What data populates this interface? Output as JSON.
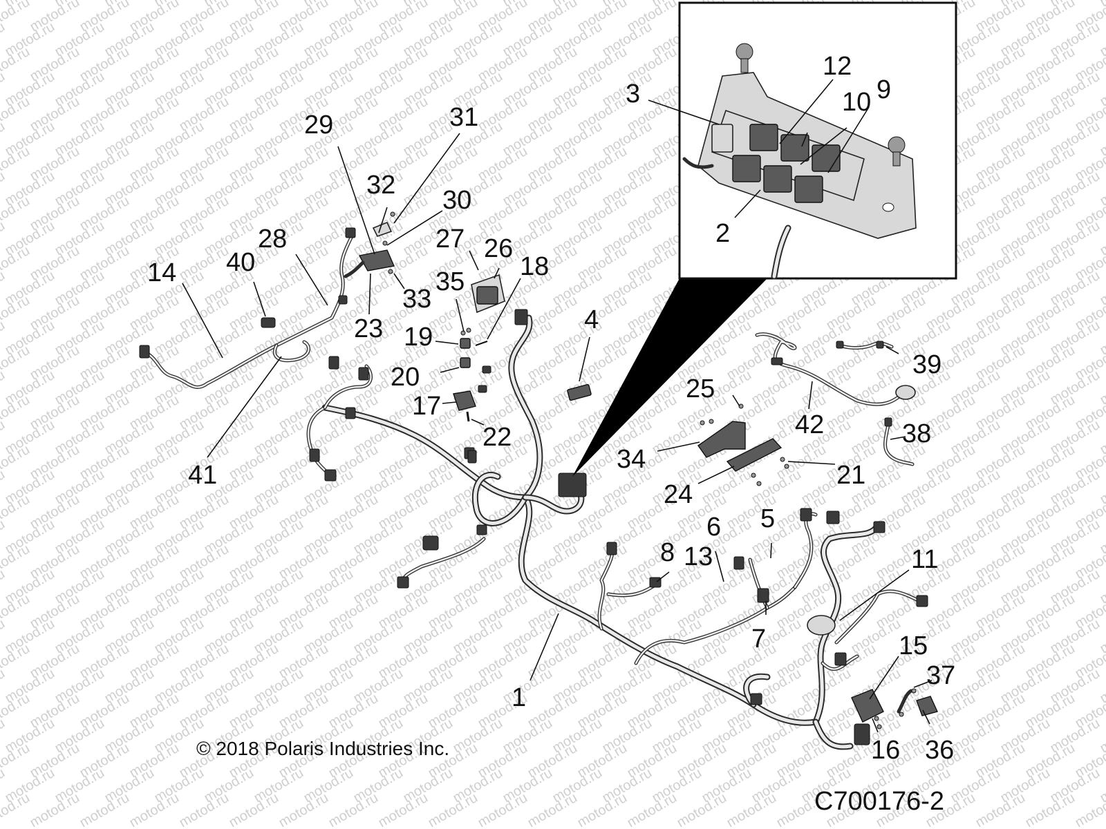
{
  "diagram": {
    "callouts": [
      "1",
      "2",
      "3",
      "4",
      "5",
      "6",
      "7",
      "8",
      "9",
      "10",
      "11",
      "12",
      "13",
      "14",
      "15",
      "16",
      "17",
      "18",
      "19",
      "20",
      "21",
      "22",
      "23",
      "24",
      "25",
      "26",
      "27",
      "28",
      "29",
      "30",
      "31",
      "32",
      "33",
      "34",
      "35",
      "36",
      "37",
      "38",
      "39",
      "40",
      "41",
      "42"
    ],
    "copyright": "© 2018 Polaris Industries Inc.",
    "drawing_number": "C700176-2",
    "watermark": "motod.ru"
  }
}
